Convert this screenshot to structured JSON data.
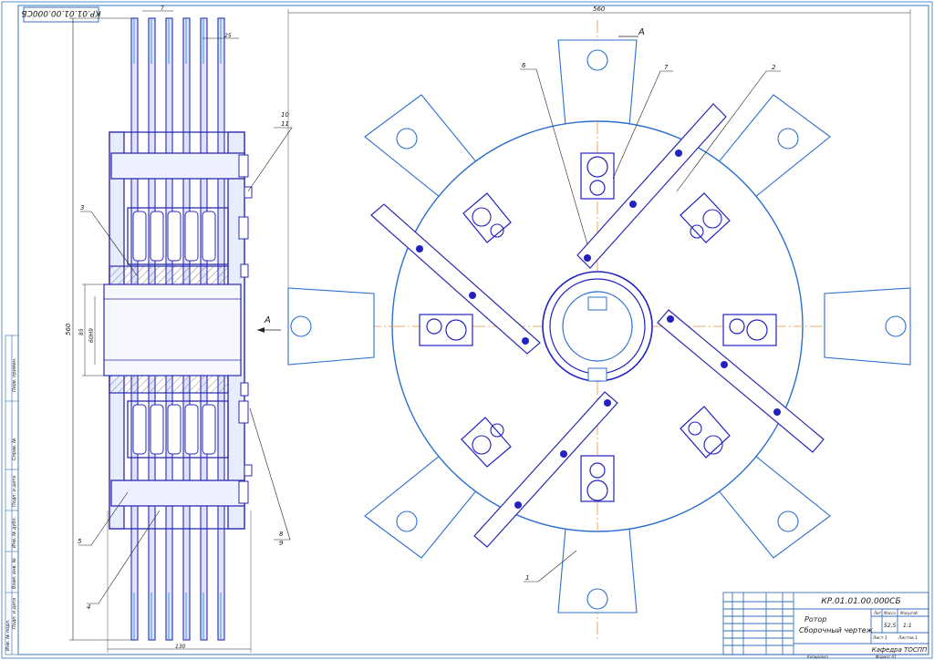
{
  "stamp_top_left": "КР.01.01.00.000СБ",
  "title_block": {
    "designation": "КР.01.01.00.000СБ",
    "name_line1": "Ротор",
    "name_line2": "Сборочный чертеж",
    "mass": "52,5",
    "scale": "1:1",
    "sheet": "Лист 1",
    "sheets": "Листов 1",
    "org": "Кафедра ТОСПП",
    "head_lit": "Лит.",
    "head_mass": "Масса",
    "head_scale": "Масштаб",
    "copied": "Копировал",
    "format": "Формат А1"
  },
  "side_columns": [
    "Перв. примен.",
    "Справ. №",
    "Подп. и дата",
    "Инв. № дубл.",
    "Взам. инв. №",
    "Подп. и дата",
    "Инв. № подл."
  ],
  "dimensions": {
    "left_top_small": "7",
    "left_top_pitch": "25",
    "left_height": "560",
    "left_hub": "85",
    "left_bore": "60H9",
    "left_width": "130",
    "right_width": "560"
  },
  "section_marks": {
    "top": "А",
    "side": "А"
  },
  "leaders": [
    "1",
    "2",
    "3",
    "4",
    "5",
    "6",
    "7",
    "8",
    "9",
    "10",
    "11"
  ]
}
